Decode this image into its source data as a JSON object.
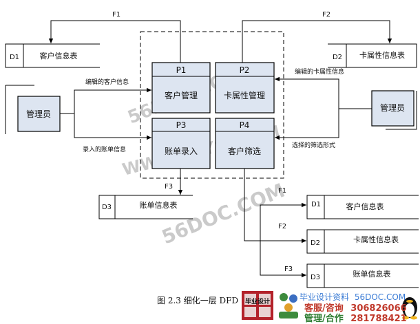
{
  "processes": [
    {
      "id": "P1",
      "name": "客户管理"
    },
    {
      "id": "P2",
      "name": "卡属性管理"
    },
    {
      "id": "P3",
      "name": "账单录入"
    },
    {
      "id": "P4",
      "name": "客户筛选"
    }
  ],
  "stores": {
    "d1_top": {
      "id": "D1",
      "name": "客户信息表"
    },
    "d2_top": {
      "id": "D2",
      "name": "卡属性信息表"
    },
    "d3_mid": {
      "id": "D3",
      "name": "账单信息表"
    },
    "d1_out": {
      "id": "D1",
      "name": "客户信息表"
    },
    "d2_out": {
      "id": "D2",
      "name": "卡属性信息表"
    },
    "d3_out": {
      "id": "D3",
      "name": "账单信息表"
    }
  },
  "entities": {
    "admin_left": "管理员",
    "admin_right": "管理员"
  },
  "flows": {
    "f1_top": "F1",
    "f2_top": "F2",
    "f3_mid": "F3",
    "f1_out": "F1",
    "f2_out": "F2",
    "f3_out": "F3",
    "edited_customer": "编辑的客户信息",
    "entered_bill": "录入的账单信息",
    "edited_card": "编辑的卡属性信息",
    "selected_filter": "选择的筛选形式"
  },
  "caption": "图 2.3 细化一层 DFD",
  "watermark": {
    "site1": "56DOC.COM",
    "site2": "WWW.2BYSJ.COM",
    "site3": "56DOC.COM",
    "footer_title": "毕业设计资料",
    "footer_site": "56DOC.COM",
    "line1_label": "客服/咨询",
    "line1_number": "306826066",
    "line2_label": "管理/合作",
    "line2_number": "281788421",
    "logo_text": "毕业设计"
  },
  "colors": {
    "process_fill": "#dde5f1",
    "line": "#000000"
  }
}
